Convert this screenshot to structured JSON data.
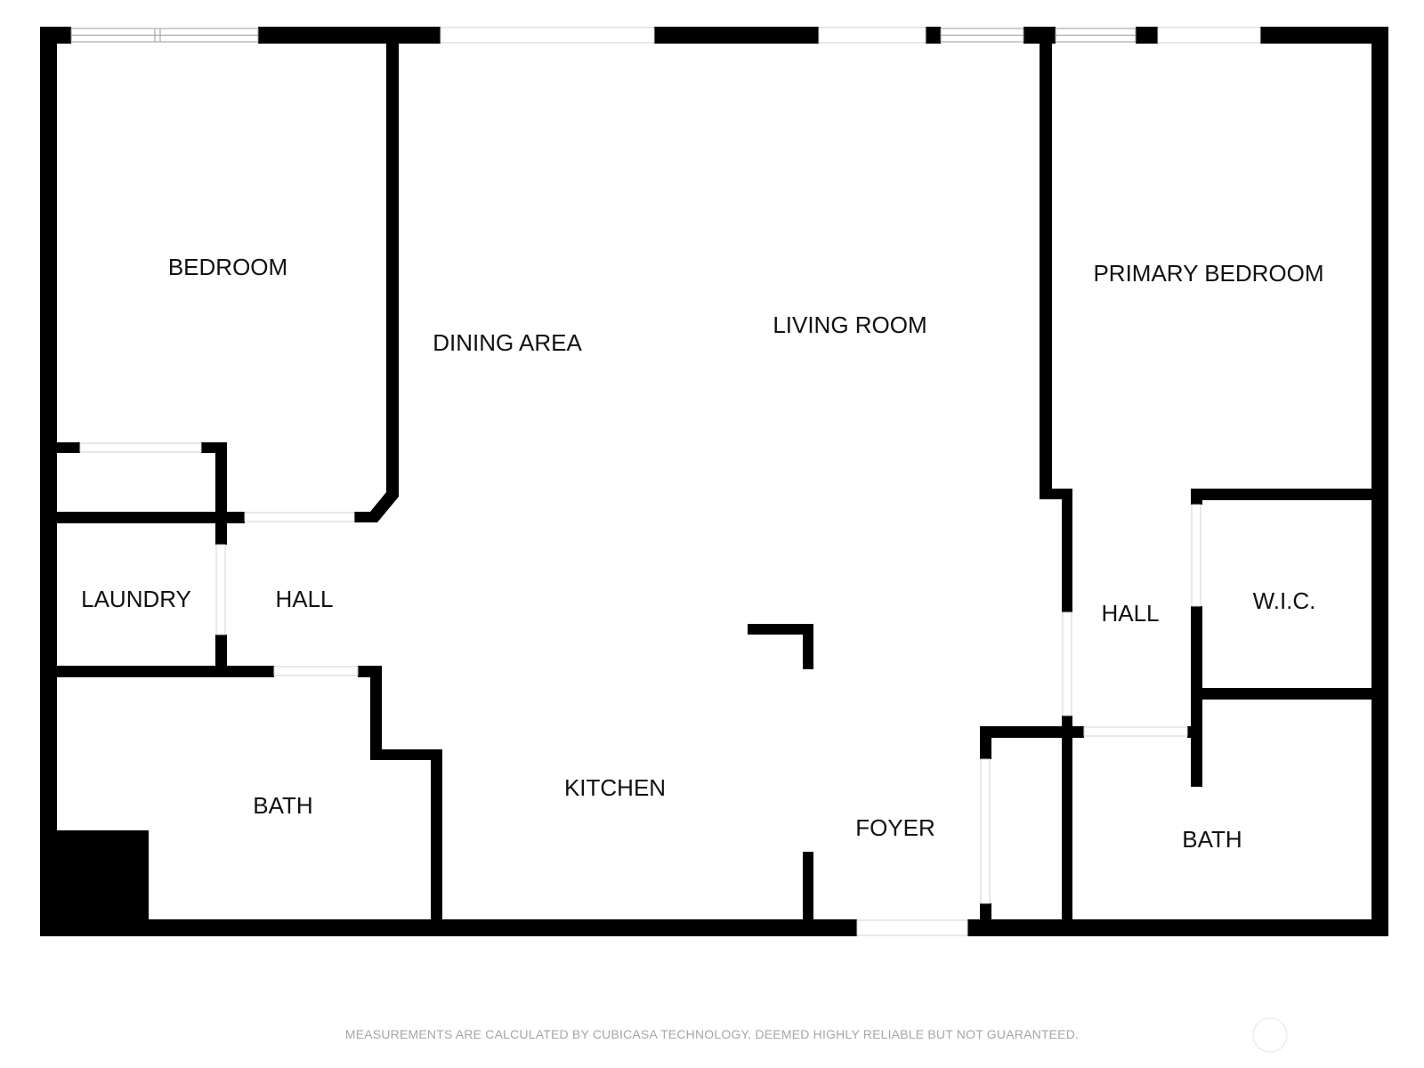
{
  "colors": {
    "wall": "#000000",
    "opening": "#ffffff",
    "opening_edge": "#cfcfcf",
    "label": "#111111",
    "disclaimer": "#a6a6a6"
  },
  "rooms": {
    "bedroom": "BEDROOM",
    "dining_area": "DINING AREA",
    "living_room": "LIVING ROOM",
    "primary_bedroom": "PRIMARY BEDROOM",
    "laundry": "LAUNDRY",
    "hall_left": "HALL",
    "hall_right": "HALL",
    "wic": "W.I.C.",
    "bath_left": "BATH",
    "kitchen": "KITCHEN",
    "foyer": "FOYER",
    "bath_right": "BATH"
  },
  "footer": {
    "disclaimer": "MEASUREMENTS ARE CALCULATED BY CUBICASA TECHNOLOGY. DEEMED HIGHLY RELIABLE BUT NOT GUARANTEED."
  }
}
